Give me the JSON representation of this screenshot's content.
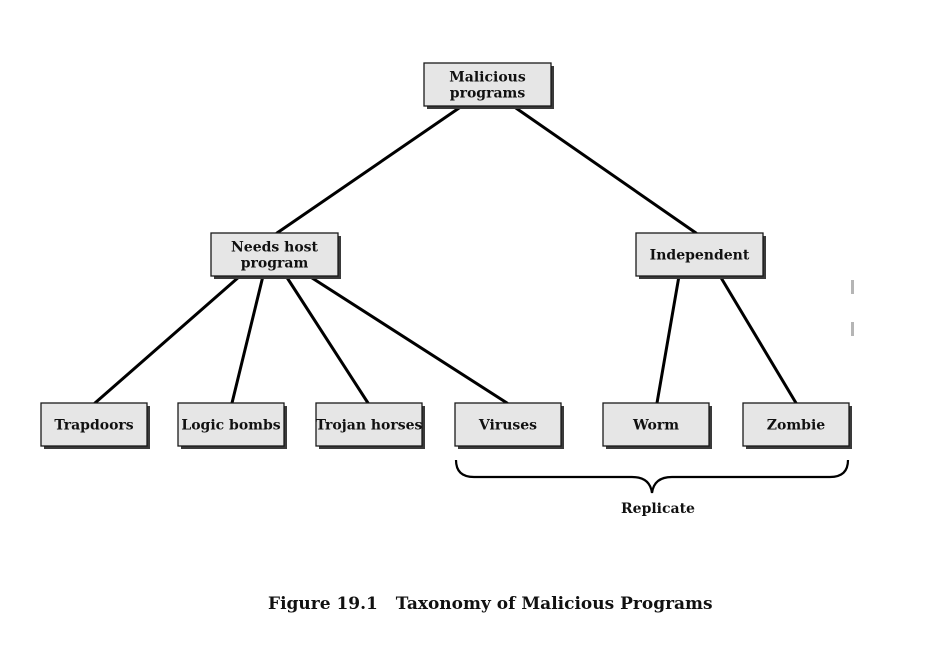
{
  "nodes": {
    "malicious": [
      "Malicious",
      "programs"
    ],
    "needs_host": [
      "Needs host",
      "program"
    ],
    "independent": [
      "Independent"
    ],
    "trapdoors": [
      "Trapdoors"
    ],
    "logic_bombs": [
      "Logic bombs"
    ],
    "trojan_horses": [
      "Trojan horses"
    ],
    "viruses": [
      "Viruses"
    ],
    "worm": [
      "Worm"
    ],
    "zombie": [
      "Zombie"
    ]
  },
  "edges": [
    [
      "malicious",
      "needs_host"
    ],
    [
      "malicious",
      "independent"
    ],
    [
      "needs_host",
      "trapdoors"
    ],
    [
      "needs_host",
      "logic_bombs"
    ],
    [
      "needs_host",
      "trojan_horses"
    ],
    [
      "needs_host",
      "viruses"
    ],
    [
      "independent",
      "worm"
    ],
    [
      "independent",
      "zombie"
    ]
  ],
  "group": {
    "label": "Replicate",
    "members": [
      "viruses",
      "worm",
      "zombie"
    ]
  },
  "caption": {
    "number": "Figure 19.1",
    "title": "Taxonomy of Malicious Programs"
  }
}
